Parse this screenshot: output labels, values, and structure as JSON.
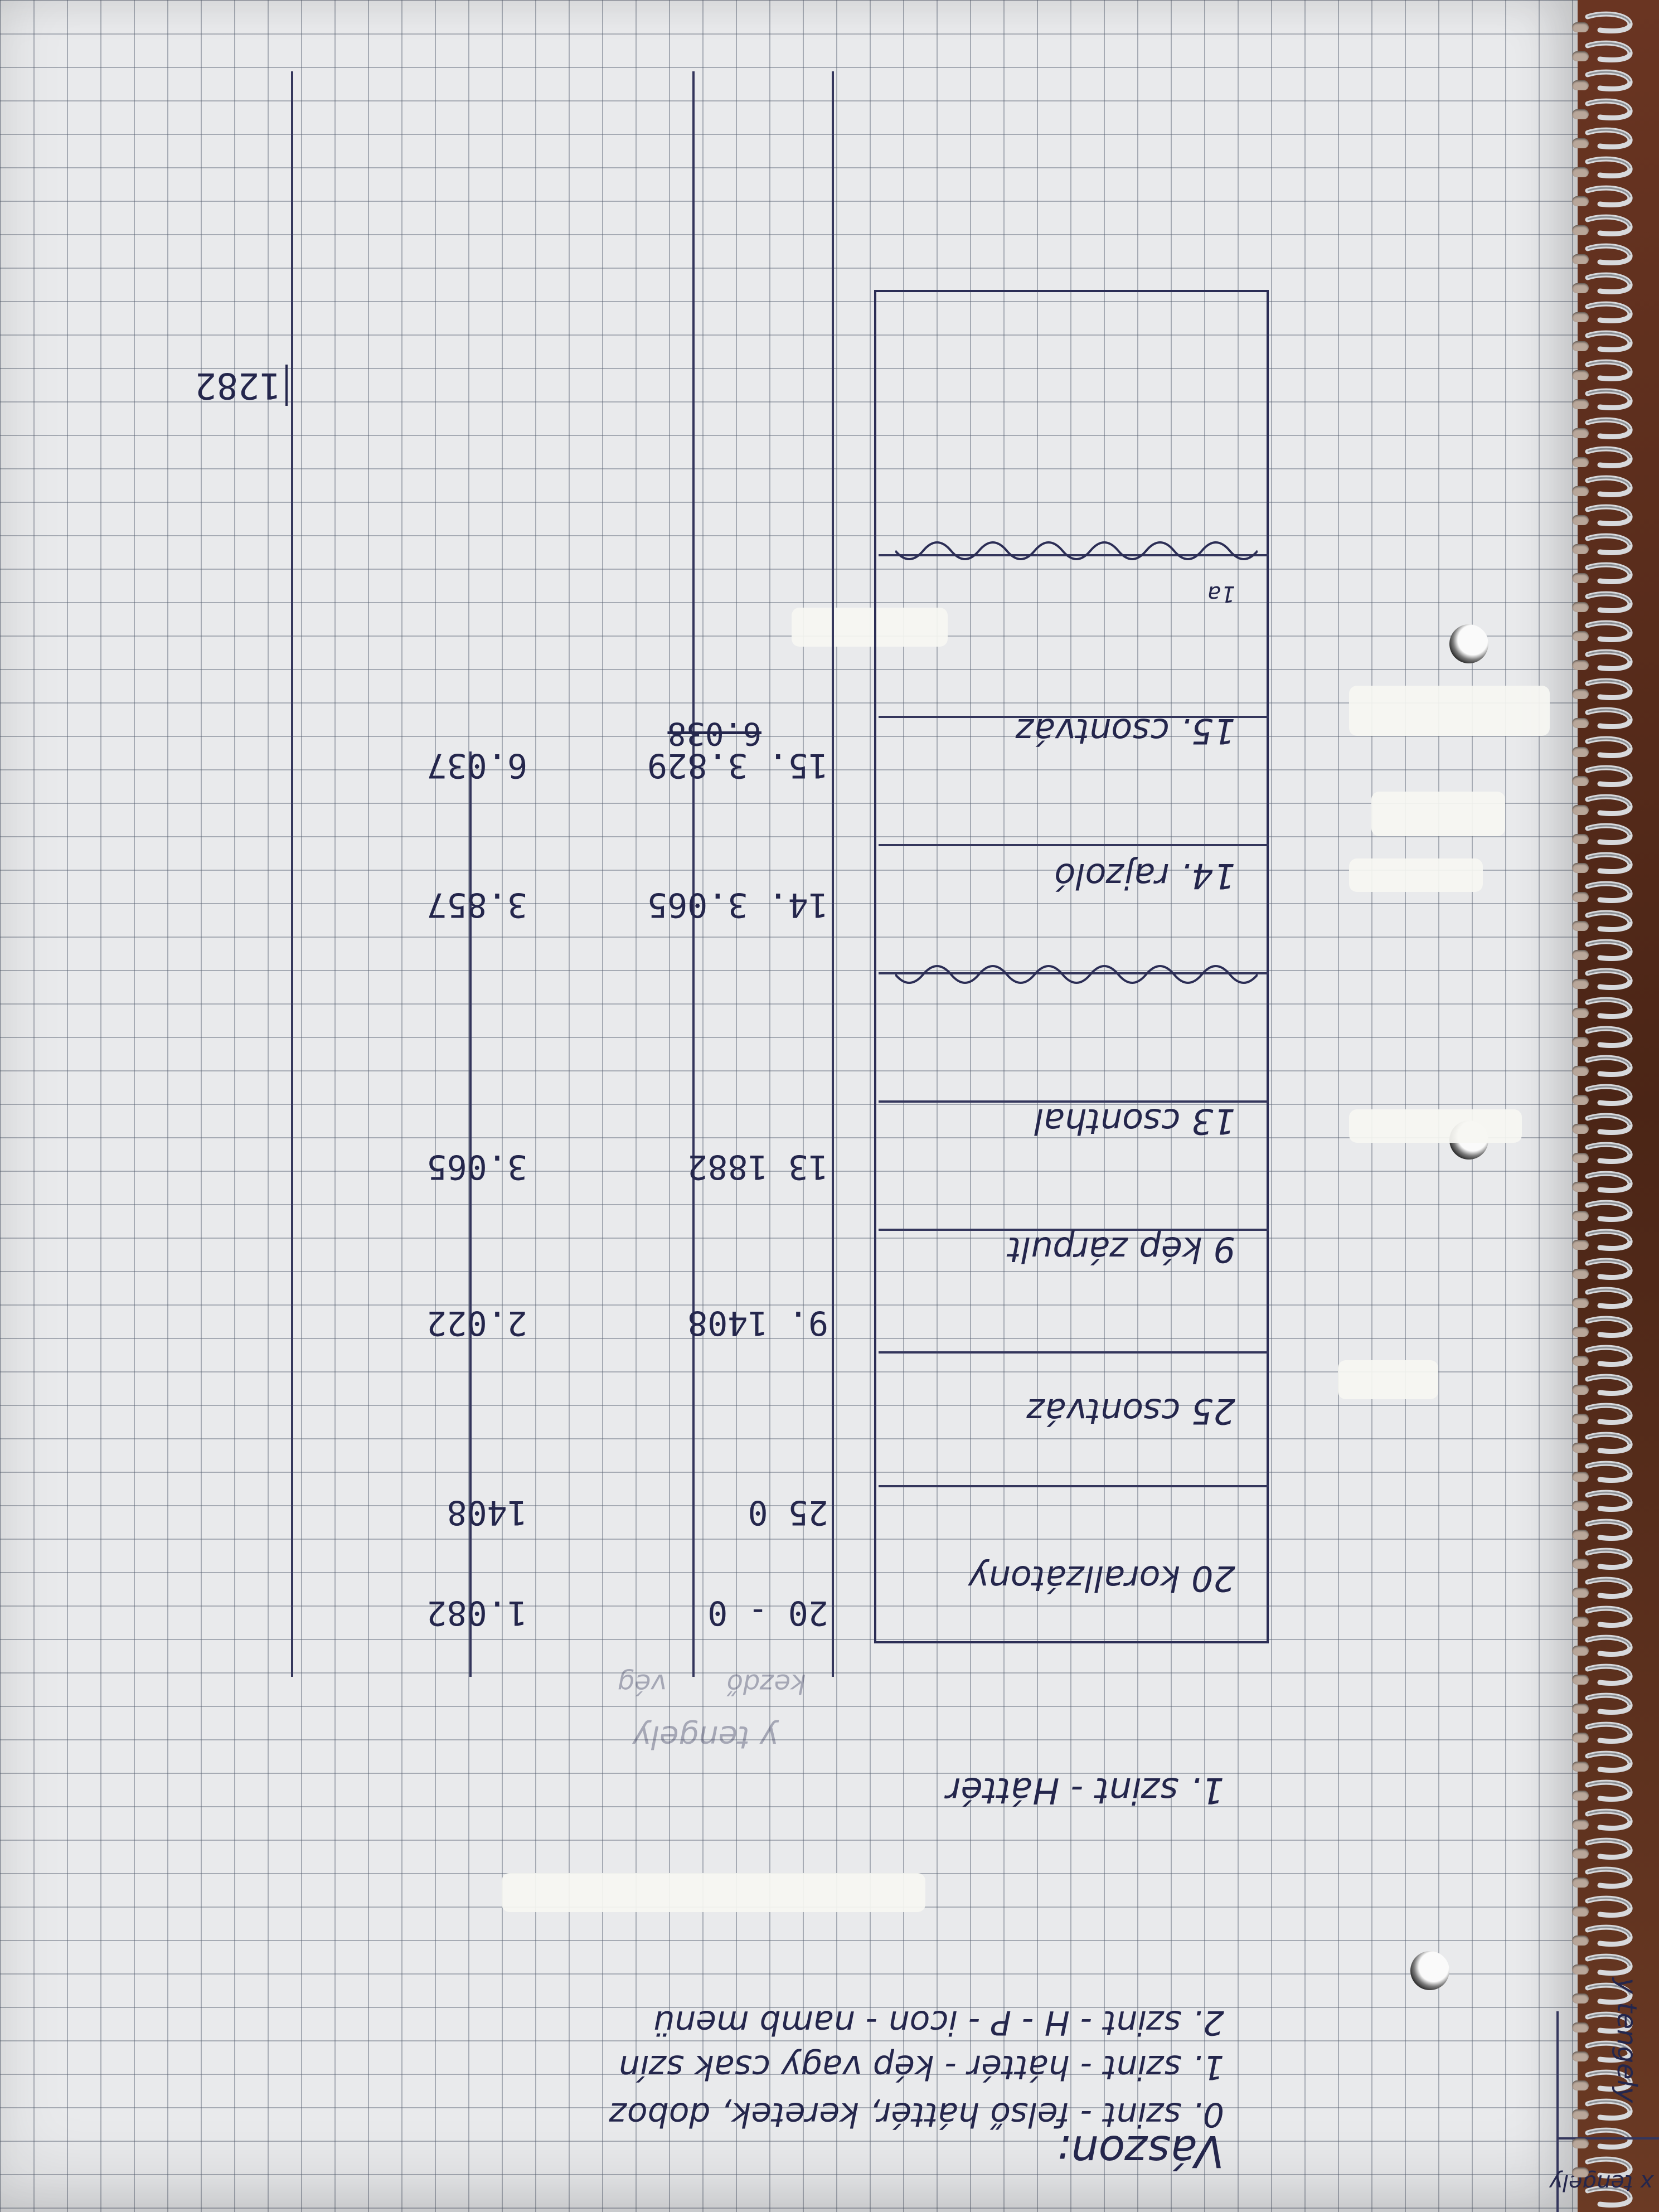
{
  "notes": {
    "title": "Vászon:",
    "lines": [
      "0. szint  -  felső háttér, keretek, doboz",
      "1. szint  -  háttér - kép vagy csak szín",
      "2. szint  -  H - P - icon - namb menü"
    ],
    "axis_x": "x tengely",
    "axis_y": "y tengely",
    "section_heading": "1. szint - Háttér"
  },
  "table": {
    "header_y": "y tengely",
    "header_start": "kezdő",
    "header_end": "vég",
    "rows": [
      {
        "label": "20 korallzátony",
        "start": "20 - 0",
        "end": "1.082"
      },
      {
        "label": "25 csontváz",
        "start": "25   0",
        "end": "1408"
      },
      {
        "label": "9 kép zárpult",
        "start": "9.  1408",
        "end": "2.022"
      },
      {
        "label": "13 csonthal",
        "start": "13  1882",
        "end": "3.065"
      },
      {
        "label": "14. rajzoló",
        "start": "14.  3.065",
        "end": "3.857"
      },
      {
        "label": "15. csontváz",
        "start": "15.  3.829",
        "end": "6.037"
      }
    ],
    "strike_value": "6.038",
    "margin_total": "1282",
    "corner_label": "1a"
  }
}
